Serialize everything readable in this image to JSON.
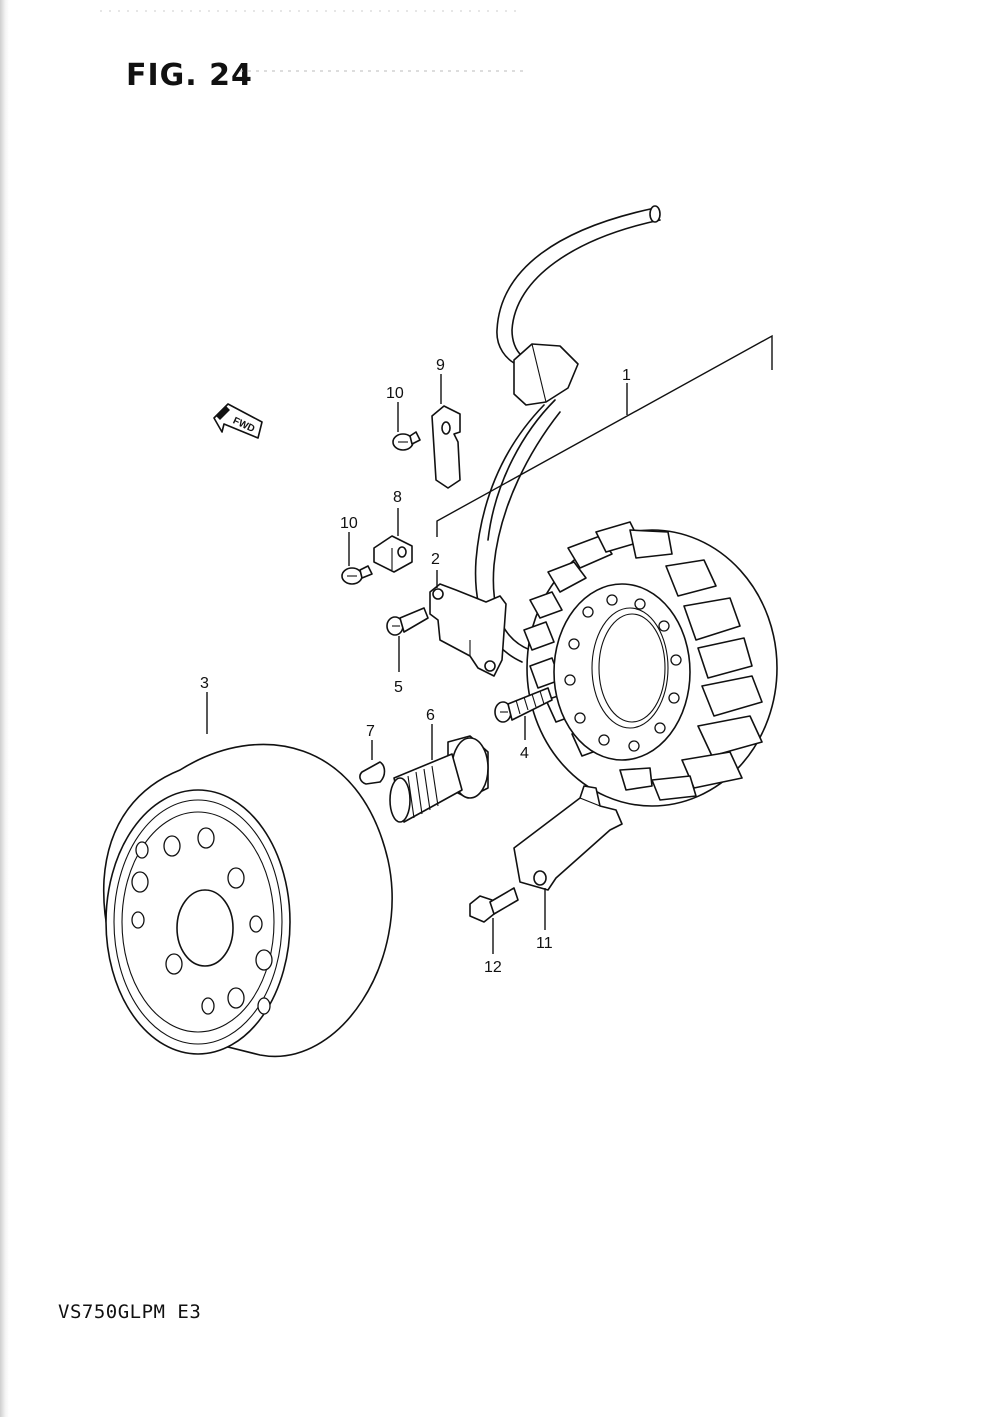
{
  "figure": {
    "title": "FIG. 24"
  },
  "model": {
    "label": "VS750GLPM E3"
  },
  "arrow": {
    "label": "FWD",
    "icon": "fwd-arrow-icon"
  },
  "callouts": {
    "p1": "1",
    "p2": "2",
    "p3": "3",
    "p4": "4",
    "p5": "5",
    "p6": "6",
    "p7": "7",
    "p8": "8",
    "p9": "9",
    "p10a": "10",
    "p10b": "10",
    "p11": "11",
    "p12": "12"
  }
}
